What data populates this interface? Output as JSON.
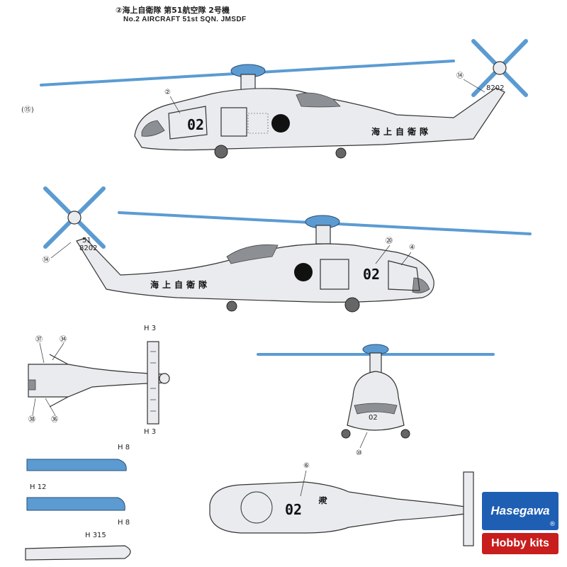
{
  "header": {
    "title_jp": "②海上自衛隊 第51航空隊 2号機",
    "title_en": "No.2 AIRCRAFT 51st SQN. JMSDF"
  },
  "side_note": "(⑮)",
  "markings": {
    "number": "02",
    "kanji": [
      "海",
      "上",
      "自",
      "衛",
      "隊"
    ],
    "tail_serial": "8202",
    "tail_unit": "51"
  },
  "callouts": {
    "top_nose": "②",
    "top_tail": "⑭",
    "mid_tail": "⑭",
    "mid_a": "⑳",
    "mid_b": "④",
    "front": "⑩",
    "plan": "⑥",
    "part_37": "㊲",
    "part_34": "㉞",
    "part_38": "㊳",
    "part_36": "㊱"
  },
  "part_codes": {
    "h3_top": "H 3",
    "h3_bottom": "H 3",
    "h8_a": "H 8",
    "h12": "H 12",
    "h8_b": "H 8",
    "h315": "H 315"
  },
  "brand": {
    "name": "Hasegawa",
    "reg": "®",
    "line": "Hobby kits"
  },
  "colors": {
    "rotor_blue": "#5b9bd2",
    "body_gray": "#e9ebee",
    "outline": "#333333",
    "gray_patch": "#8c8f94",
    "hinomaru": "#111111",
    "brand_blue": "#1e5fb4",
    "brand_red": "#c81e1e"
  }
}
